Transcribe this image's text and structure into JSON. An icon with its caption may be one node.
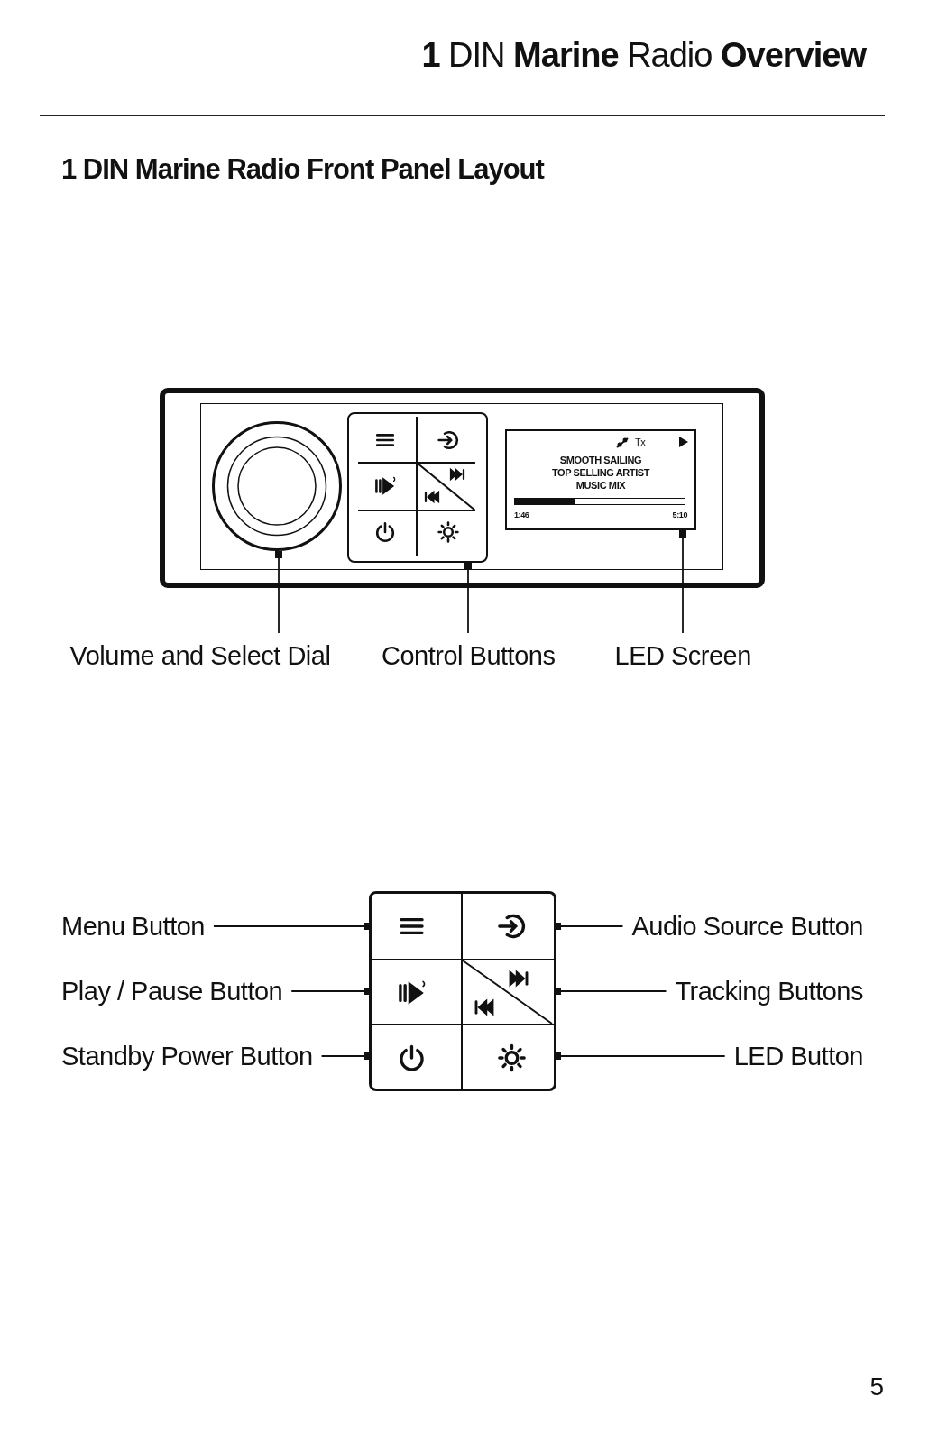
{
  "diagram": {
    "title": "**1** DIN **Marine** Radio **Overview**",
    "nodes": [
      {
        "text": [
          "Volume and Select Dial"
        ]
      },
      {
        "text": [],
        "shape": "circle"
      },
      {
        "text": [
          "Control Buttons"
        ]
      },
      {
        "text": [],
        "shape": "box"
      },
      {
        "text": [
          "LED Screen"
        ]
      },
      {
        "text": [
          "Tx",
          "SMOOTH SAILING",
          "TOP SELLING ARTIST",
          "MUSIC MIX",
          "1:46",
          "5:10"
        ]
      },
      {
        "text": [
          "Menu Button"
        ]
      },
      {
        "text": [
          "Play / Pause Button"
        ]
      },
      {
        "text": [
          "Standby Power Button"
        ]
      },
      {
        "text": [
          "Audio Source Button"
        ]
      },
      {
        "text": [
          "Tracking Buttons"
        ]
      },
      {
        "text": [
          "LED Button"
        ]
      },
      {
        "text": [],
        "shape": "box"
      },
      {
        "text": [],
        "shape": "box",
        "in": 12
      },
      {
        "text": [],
        "shape": "box",
        "in": 12
      },
      {
        "text": [],
        "shape": "box",
        "in": 12
      },
      {
        "text": [],
        "shape": "box",
        "in": 12
      },
      {
        "text": [],
        "shape": "box",
        "in": 12
      },
      {
        "text": [],
        "shape": "box",
        "in": 12
      }
    ],
    "edges": [
      {
        "from": 0,
        "to": 1,
        "arrow": "other"
      },
      {
        "from": 2,
        "to": 3,
        "arrow": "other"
      },
      {
        "from": 4,
        "to": 5,
        "arrow": "other"
      },
      {
        "from": 6,
        "to": 13,
        "arrow": "other"
      },
      {
        "from": 7,
        "to": 15,
        "arrow": "other"
      },
      {
        "from": 8,
        "to": 17,
        "arrow": "other"
      },
      {
        "from": 9,
        "to": 14,
        "arrow": "other"
      },
      {
        "from": 10,
        "to": 16,
        "arrow": "other"
      },
      {
        "from": 11,
        "to": 18,
        "arrow": "other"
      }
    ],
    "labels": [
      "1 DIN Marine Radio Front Panel Layout",
      "5"
    ]
  }
}
